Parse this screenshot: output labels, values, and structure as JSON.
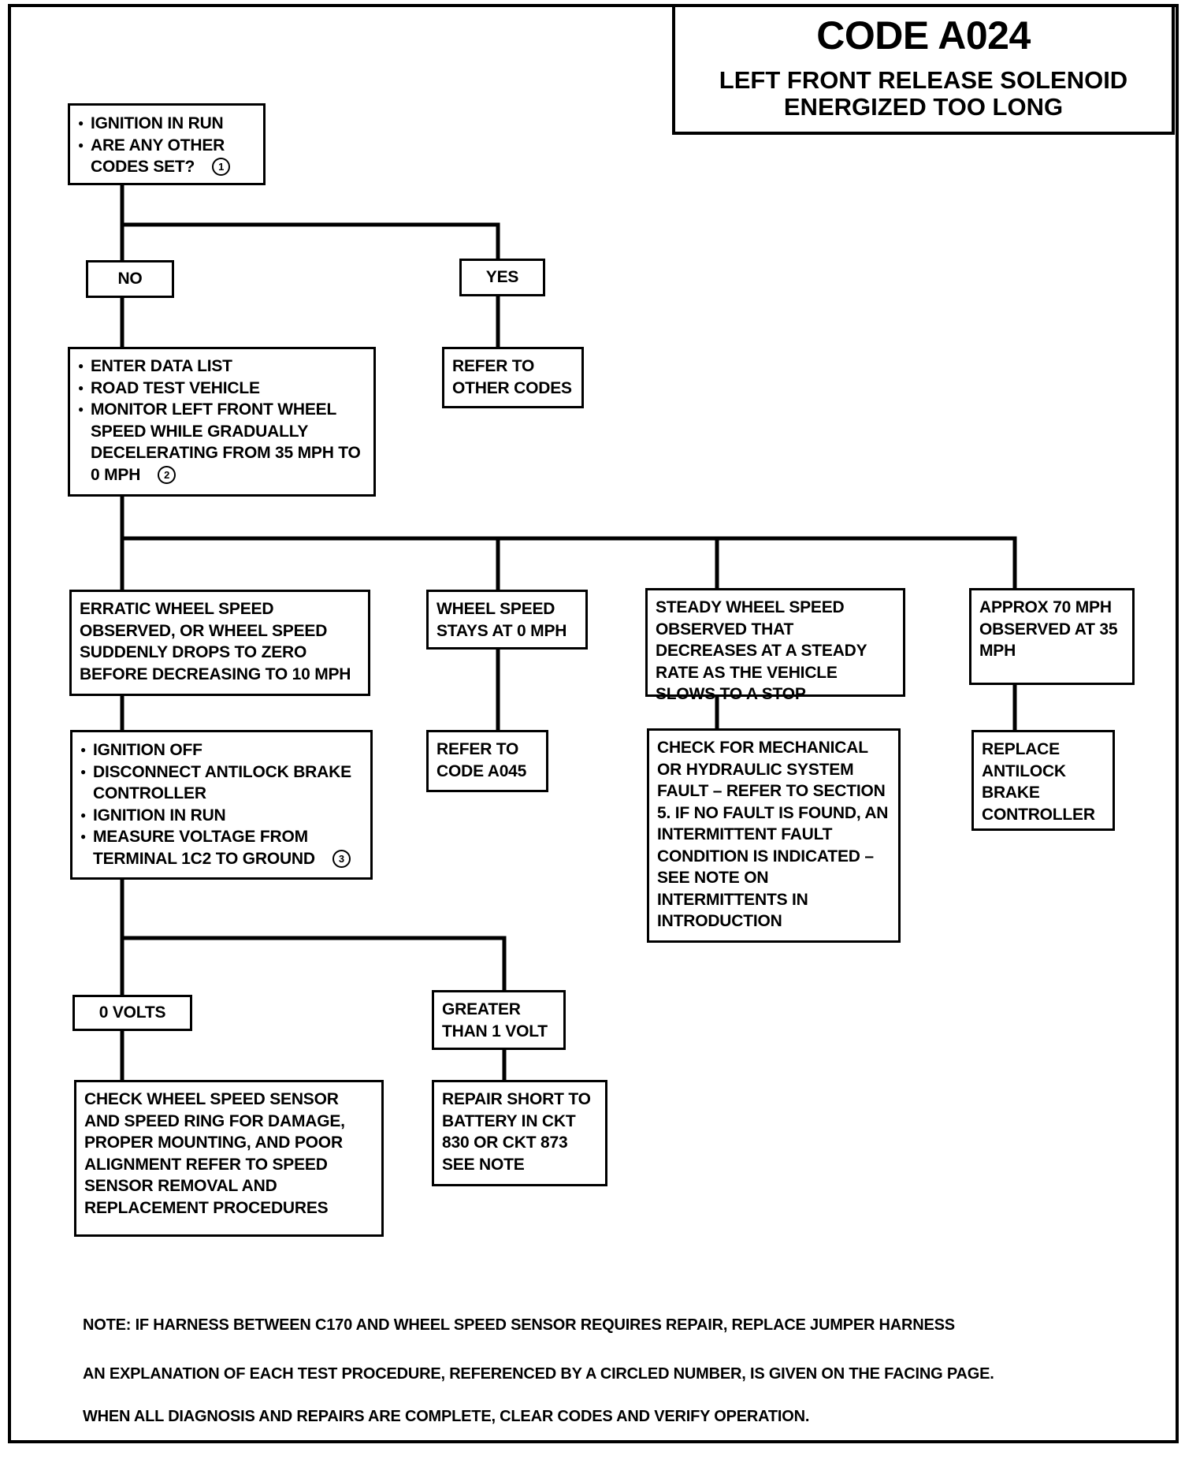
{
  "header": {
    "code": "CODE A024",
    "title_line1": "LEFT FRONT RELEASE SOLENOID",
    "title_line2": "ENERGIZED TOO LONG"
  },
  "nodes": {
    "start": {
      "items": [
        "IGNITION IN RUN",
        "ARE ANY OTHER CODES SET?"
      ],
      "step": "1"
    },
    "no": "NO",
    "yes": "YES",
    "refer_other": "REFER TO OTHER CODES",
    "data_list": {
      "items": [
        "ENTER DATA LIST",
        "ROAD TEST VEHICLE",
        "MONITOR LEFT FRONT WHEEL SPEED WHILE GRADUALLY DECELERATING FROM 35 MPH TO 0 MPH"
      ],
      "step": "2"
    },
    "erratic": "ERRATIC WHEEL SPEED OBSERVED, OR WHEEL SPEED SUDDENLY DROPS TO ZERO BEFORE DECREASING TO 10 MPH",
    "stays_zero": "WHEEL SPEED STAYS AT 0 MPH",
    "steady": "STEADY WHEEL SPEED OBSERVED THAT DECREASES AT A STEADY RATE AS THE VEHICLE SLOWS TO A STOP",
    "approx70": "APPROX 70 MPH OBSERVED AT 35 MPH",
    "ignition_off": {
      "items": [
        "IGNITION OFF",
        "DISCONNECT ANTILOCK BRAKE CONTROLLER",
        "IGNITION IN RUN",
        "MEASURE VOLTAGE FROM TERMINAL 1C2 TO GROUND"
      ],
      "step": "3"
    },
    "refer_a045": "REFER TO CODE A045",
    "check_mech": "CHECK FOR MECHANICAL OR HYDRAULIC SYSTEM FAULT – REFER TO SECTION 5. IF NO FAULT IS FOUND, AN INTERMITTENT FAULT CONDITION IS INDICATED – SEE NOTE ON INTERMITTENTS IN INTRODUCTION",
    "replace": "REPLACE ANTILOCK BRAKE CONTROLLER",
    "zero_volts": "0 VOLTS",
    "greater_1v": "GREATER THAN 1 VOLT",
    "check_sensor": "CHECK WHEEL SPEED SENSOR AND SPEED RING FOR DAMAGE, PROPER MOUNTING, AND POOR ALIGNMENT REFER TO SPEED SENSOR REMOVAL AND REPLACEMENT PROCEDURES",
    "repair_short": "REPAIR SHORT TO BATTERY IN CKT 830 OR CKT 873 SEE NOTE"
  },
  "notes": [
    "NOTE: IF HARNESS BETWEEN C170 AND WHEEL SPEED SENSOR REQUIRES REPAIR, REPLACE JUMPER HARNESS",
    "AN EXPLANATION OF EACH TEST PROCEDURE, REFERENCED BY A CIRCLED NUMBER, IS GIVEN ON THE FACING PAGE.",
    "WHEN ALL DIAGNOSIS AND REPAIRS ARE COMPLETE, CLEAR CODES AND VERIFY OPERATION."
  ]
}
